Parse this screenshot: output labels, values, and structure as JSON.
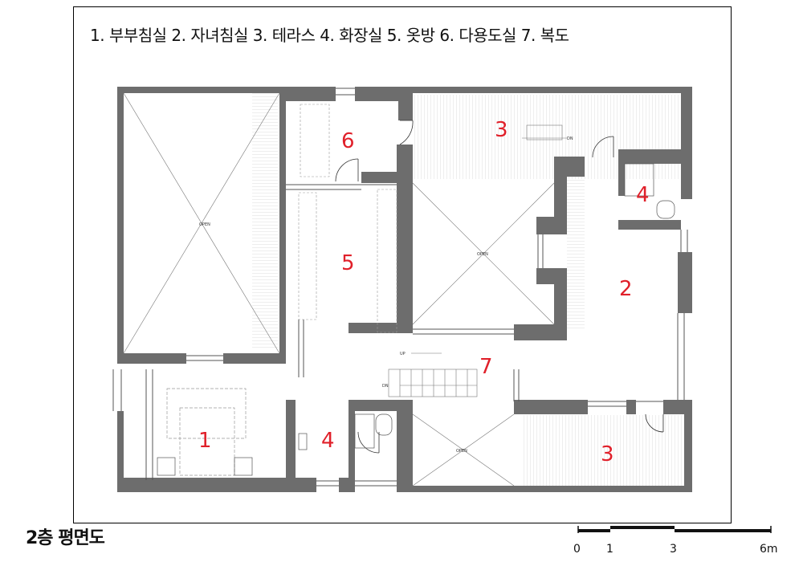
{
  "legend": "1. 부부침실  2. 자녀침실  3. 테라스  4. 화장실  5. 옷방  6. 다용도실  7. 복도",
  "title": "2층 평면도",
  "rooms": {
    "master_bedroom": "1",
    "child_bedroom": "2",
    "terrace_top": "3",
    "terrace_bottom": "3",
    "bathroom_right": "4",
    "bathroom_left": "4",
    "dressing_room": "5",
    "utility_room": "6",
    "corridor": "7"
  },
  "void_labels": {
    "left": "OPEN",
    "center": "OPEN",
    "bottom": "OPEN"
  },
  "stairs": {
    "up": "UP",
    "down": "DN",
    "down_top": "DN"
  },
  "scale_bar": {
    "ticks": [
      "0",
      "1",
      "3",
      "6m"
    ]
  },
  "colors": {
    "wall": "#6d6d6d",
    "room_number": "#e0202a",
    "line": "#555555"
  }
}
